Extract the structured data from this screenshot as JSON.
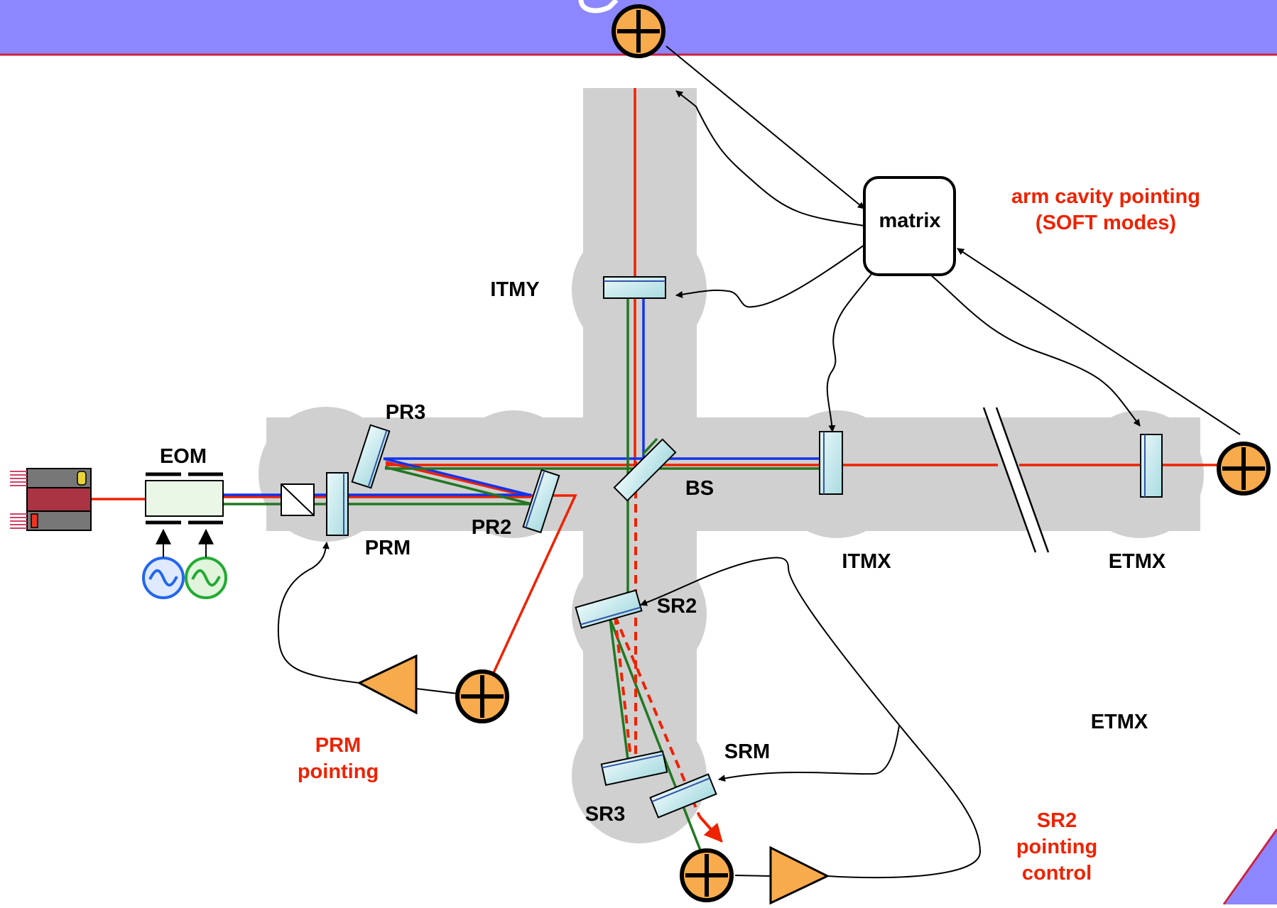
{
  "labels": {
    "matrix": "matrix",
    "itmy": "ITMY",
    "pr3": "PR3",
    "eom": "EOM",
    "prm": "PRM",
    "pr2": "PR2",
    "bs": "BS",
    "itmx": "ITMX",
    "etmx_right": "ETMX",
    "etmx_lower": "ETMX",
    "sr2": "SR2",
    "srm": "SRM",
    "sr3": "SR3"
  },
  "annotations": {
    "arm_cavity_line1": "arm cavity pointing",
    "arm_cavity_line2": "(SOFT modes)",
    "prm_pointing_line1": "PRM",
    "prm_pointing_line2": "pointing",
    "sr2_pointing_line1": "SR2",
    "sr2_pointing_line2": "pointing",
    "sr2_pointing_line3": "control"
  },
  "icons": {
    "summing_junction": "circle-plus-icon",
    "amplifier": "triangle-amplifier-icon",
    "oscillator": "sine-oscillator-icon",
    "laser": "laser-source-icon"
  },
  "colors": {
    "header_band": "#8c86ff",
    "beam_red": "#ee2200",
    "beam_blue": "#1133ee",
    "beam_green": "#227722",
    "vacuum_envelope": "#d0d0d0",
    "junction_fill": "#f7ab4c",
    "optic_fill": "#bfe6ea",
    "osc_blue": "#2266ee",
    "osc_green": "#22aa33"
  }
}
